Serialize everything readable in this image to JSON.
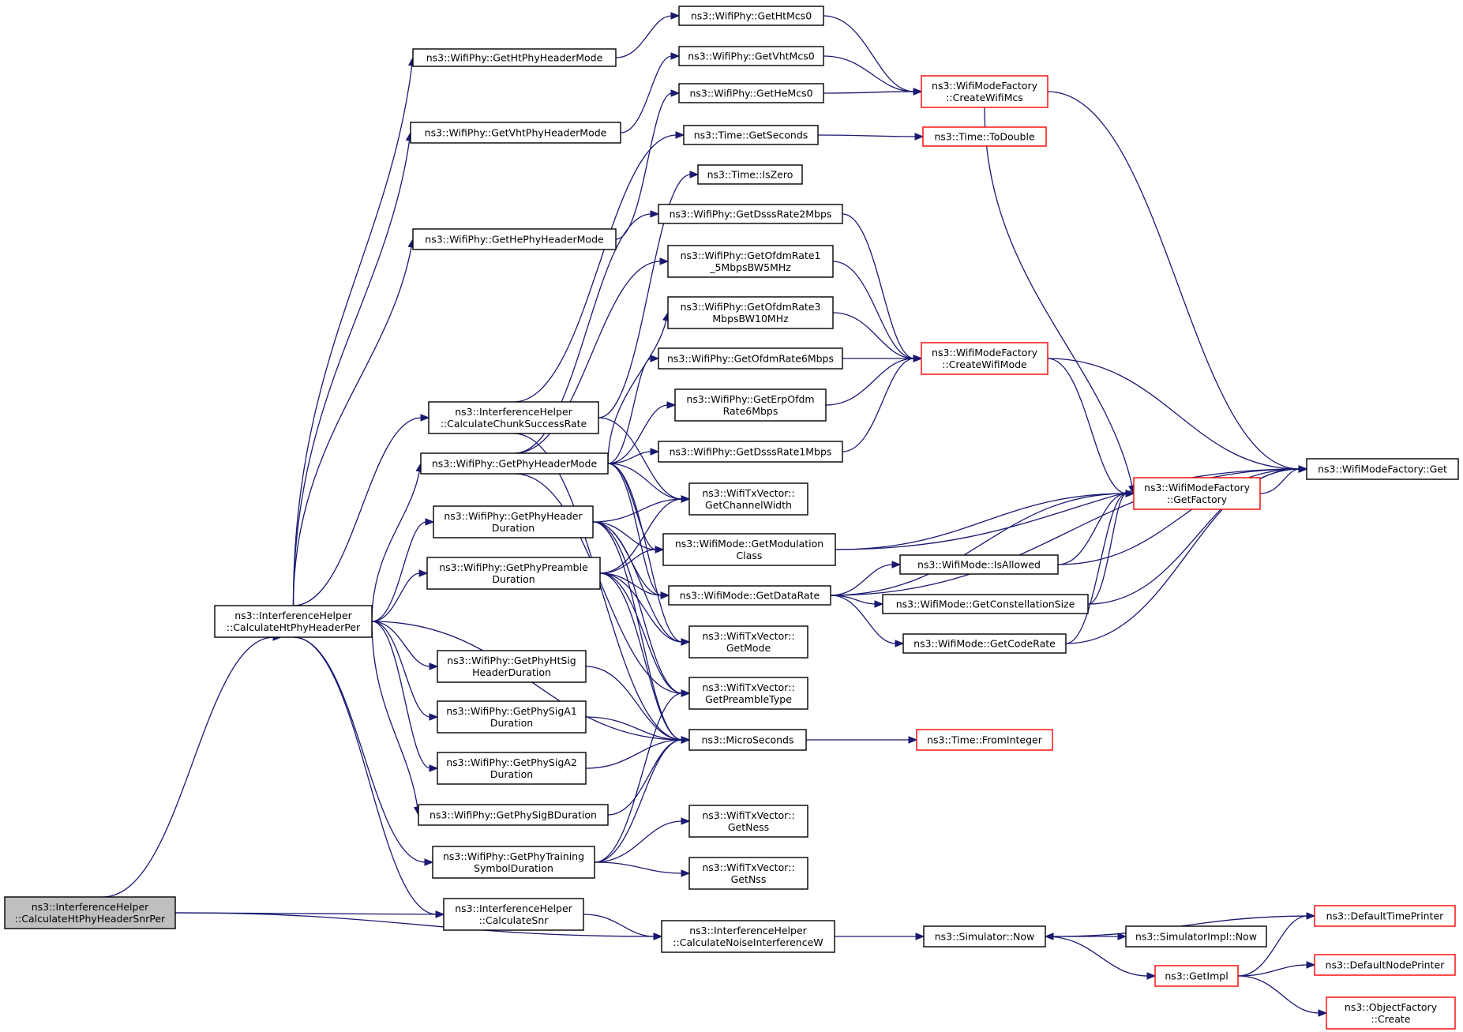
{
  "graph": {
    "title": "",
    "colors": {
      "edge": "#191970",
      "normal_border": "#000000",
      "red_border": "#ff0000",
      "root_fill": "#bfbfbf"
    },
    "nodes": [
      {
        "id": "root",
        "lines": [
          "ns3::InterferenceHelper",
          "::CalculateHtPhyHeaderSnrPer"
        ],
        "style": "root"
      },
      {
        "id": "htper",
        "lines": [
          "ns3::InterferenceHelper",
          "::CalculateHtPhyHeaderPer"
        ],
        "style": "normal"
      },
      {
        "id": "snr",
        "lines": [
          "ns3::InterferenceHelper",
          "::CalculateSnr"
        ],
        "style": "normal"
      },
      {
        "id": "noise",
        "lines": [
          "ns3::InterferenceHelper",
          "::CalculateNoiseInterferenceW"
        ],
        "style": "normal"
      },
      {
        "id": "htHdrMode",
        "lines": [
          "ns3::WifiPhy::GetHtPhyHeaderMode"
        ],
        "style": "normal"
      },
      {
        "id": "vhtHdrMode",
        "lines": [
          "ns3::WifiPhy::GetVhtPhyHeaderMode"
        ],
        "style": "normal"
      },
      {
        "id": "heHdrMode",
        "lines": [
          "ns3::WifiPhy::GetHePhyHeaderMode"
        ],
        "style": "normal"
      },
      {
        "id": "chunk",
        "lines": [
          "ns3::InterferenceHelper",
          "::CalculateChunkSuccessRate"
        ],
        "style": "normal"
      },
      {
        "id": "phyHdrMode",
        "lines": [
          "ns3::WifiPhy::GetPhyHeaderMode"
        ],
        "style": "normal"
      },
      {
        "id": "phyHdrDur",
        "lines": [
          "ns3::WifiPhy::GetPhyHeader",
          "Duration"
        ],
        "style": "normal"
      },
      {
        "id": "preambleDur",
        "lines": [
          "ns3::WifiPhy::GetPhyPreamble",
          "Duration"
        ],
        "style": "normal"
      },
      {
        "id": "htSig",
        "lines": [
          "ns3::WifiPhy::GetPhyHtSig",
          "HeaderDuration"
        ],
        "style": "normal"
      },
      {
        "id": "sigA1",
        "lines": [
          "ns3::WifiPhy::GetPhySigA1",
          "Duration"
        ],
        "style": "normal"
      },
      {
        "id": "sigA2",
        "lines": [
          "ns3::WifiPhy::GetPhySigA2",
          "Duration"
        ],
        "style": "normal"
      },
      {
        "id": "sigB",
        "lines": [
          "ns3::WifiPhy::GetPhySigBDuration"
        ],
        "style": "normal"
      },
      {
        "id": "training",
        "lines": [
          "ns3::WifiPhy::GetPhyTraining",
          "SymbolDuration"
        ],
        "style": "normal"
      },
      {
        "id": "htMcs0",
        "lines": [
          "ns3::WifiPhy::GetHtMcs0"
        ],
        "style": "normal"
      },
      {
        "id": "vhtMcs0",
        "lines": [
          "ns3::WifiPhy::GetVhtMcs0"
        ],
        "style": "normal"
      },
      {
        "id": "heMcs0",
        "lines": [
          "ns3::WifiPhy::GetHeMcs0"
        ],
        "style": "normal"
      },
      {
        "id": "getSeconds",
        "lines": [
          "ns3::Time::GetSeconds"
        ],
        "style": "normal"
      },
      {
        "id": "isZero",
        "lines": [
          "ns3::Time::IsZero"
        ],
        "style": "normal"
      },
      {
        "id": "dsss2",
        "lines": [
          "ns3::WifiPhy::GetDsssRate2Mbps"
        ],
        "style": "normal"
      },
      {
        "id": "ofdm15",
        "lines": [
          "ns3::WifiPhy::GetOfdmRate1",
          "_5MbpsBW5MHz"
        ],
        "style": "normal"
      },
      {
        "id": "ofdm3",
        "lines": [
          "ns3::WifiPhy::GetOfdmRate3",
          "MbpsBW10MHz"
        ],
        "style": "normal"
      },
      {
        "id": "ofdm6",
        "lines": [
          "ns3::WifiPhy::GetOfdmRate6Mbps"
        ],
        "style": "normal"
      },
      {
        "id": "erp6",
        "lines": [
          "ns3::WifiPhy::GetErpOfdm",
          "Rate6Mbps"
        ],
        "style": "normal"
      },
      {
        "id": "dsss1",
        "lines": [
          "ns3::WifiPhy::GetDsssRate1Mbps"
        ],
        "style": "normal"
      },
      {
        "id": "chanWidth",
        "lines": [
          "ns3::WifiTxVector::",
          "GetChannelWidth"
        ],
        "style": "normal"
      },
      {
        "id": "modClass",
        "lines": [
          "ns3::WifiMode::GetModulation",
          "Class"
        ],
        "style": "normal"
      },
      {
        "id": "dataRate",
        "lines": [
          "ns3::WifiMode::GetDataRate"
        ],
        "style": "normal"
      },
      {
        "id": "getMode",
        "lines": [
          "ns3::WifiTxVector::",
          "GetMode"
        ],
        "style": "normal"
      },
      {
        "id": "preambleType",
        "lines": [
          "ns3::WifiTxVector::",
          "GetPreambleType"
        ],
        "style": "normal"
      },
      {
        "id": "micro",
        "lines": [
          "ns3::MicroSeconds"
        ],
        "style": "normal"
      },
      {
        "id": "getNess",
        "lines": [
          "ns3::WifiTxVector::",
          "GetNess"
        ],
        "style": "normal"
      },
      {
        "id": "getNss",
        "lines": [
          "ns3::WifiTxVector::",
          "GetNss"
        ],
        "style": "normal"
      },
      {
        "id": "createMcs",
        "lines": [
          "ns3::WifiModeFactory",
          "::CreateWifiMcs"
        ],
        "style": "red"
      },
      {
        "id": "toDouble",
        "lines": [
          "ns3::Time::ToDouble"
        ],
        "style": "red"
      },
      {
        "id": "createMode",
        "lines": [
          "ns3::WifiModeFactory",
          "::CreateWifiMode"
        ],
        "style": "red"
      },
      {
        "id": "getFactory",
        "lines": [
          "ns3::WifiModeFactory",
          "::GetFactory"
        ],
        "style": "red"
      },
      {
        "id": "factoryGet",
        "lines": [
          "ns3::WifiModeFactory::Get"
        ],
        "style": "normal"
      },
      {
        "id": "isAllowed",
        "lines": [
          "ns3::WifiMode::IsAllowed"
        ],
        "style": "normal"
      },
      {
        "id": "constellation",
        "lines": [
          "ns3::WifiMode::GetConstellationSize"
        ],
        "style": "normal"
      },
      {
        "id": "codeRate",
        "lines": [
          "ns3::WifiMode::GetCodeRate"
        ],
        "style": "normal"
      },
      {
        "id": "fromInteger",
        "lines": [
          "ns3::Time::FromInteger"
        ],
        "style": "red"
      },
      {
        "id": "simNow",
        "lines": [
          "ns3::Simulator::Now"
        ],
        "style": "normal"
      },
      {
        "id": "implNow",
        "lines": [
          "ns3::SimulatorImpl::Now"
        ],
        "style": "normal"
      },
      {
        "id": "getImpl",
        "lines": [
          "ns3::GetImpl"
        ],
        "style": "red"
      },
      {
        "id": "timePrinter",
        "lines": [
          "ns3::DefaultTimePrinter"
        ],
        "style": "red"
      },
      {
        "id": "nodePrinter",
        "lines": [
          "ns3::DefaultNodePrinter"
        ],
        "style": "red"
      },
      {
        "id": "objCreate",
        "lines": [
          "ns3::ObjectFactory",
          "::Create"
        ],
        "style": "red"
      }
    ],
    "edges": [
      [
        "root",
        "htper"
      ],
      [
        "root",
        "snr"
      ],
      [
        "root",
        "noise"
      ],
      [
        "htper",
        "htHdrMode"
      ],
      [
        "htper",
        "vhtHdrMode"
      ],
      [
        "htper",
        "heHdrMode"
      ],
      [
        "htper",
        "chunk"
      ],
      [
        "htper",
        "phyHdrMode"
      ],
      [
        "htper",
        "phyHdrDur"
      ],
      [
        "htper",
        "preambleDur"
      ],
      [
        "htper",
        "htSig"
      ],
      [
        "htper",
        "sigA1"
      ],
      [
        "htper",
        "sigA2"
      ],
      [
        "htper",
        "sigB"
      ],
      [
        "htper",
        "training"
      ],
      [
        "htper",
        "snr"
      ],
      [
        "htper",
        "micro"
      ],
      [
        "htHdrMode",
        "htMcs0"
      ],
      [
        "vhtHdrMode",
        "vhtMcs0"
      ],
      [
        "heHdrMode",
        "heMcs0"
      ],
      [
        "htMcs0",
        "createMcs"
      ],
      [
        "vhtMcs0",
        "createMcs"
      ],
      [
        "heMcs0",
        "createMcs"
      ],
      [
        "createMcs",
        "getFactory"
      ],
      [
        "createMcs",
        "factoryGet"
      ],
      [
        "chunk",
        "getSeconds"
      ],
      [
        "chunk",
        "isZero"
      ],
      [
        "chunk",
        "chanWidth"
      ],
      [
        "chunk",
        "micro"
      ],
      [
        "getSeconds",
        "toDouble"
      ],
      [
        "phyHdrMode",
        "dsss2"
      ],
      [
        "phyHdrMode",
        "ofdm15"
      ],
      [
        "phyHdrMode",
        "ofdm3"
      ],
      [
        "phyHdrMode",
        "ofdm6"
      ],
      [
        "phyHdrMode",
        "erp6"
      ],
      [
        "phyHdrMode",
        "dsss1"
      ],
      [
        "phyHdrMode",
        "chanWidth"
      ],
      [
        "phyHdrMode",
        "modClass"
      ],
      [
        "phyHdrMode",
        "getMode"
      ],
      [
        "phyHdrMode",
        "preambleType"
      ],
      [
        "phyHdrMode",
        "dataRate"
      ],
      [
        "dsss2",
        "createMode"
      ],
      [
        "ofdm15",
        "createMode"
      ],
      [
        "ofdm3",
        "createMode"
      ],
      [
        "ofdm6",
        "createMode"
      ],
      [
        "erp6",
        "createMode"
      ],
      [
        "dsss1",
        "createMode"
      ],
      [
        "createMode",
        "getFactory"
      ],
      [
        "createMode",
        "factoryGet"
      ],
      [
        "phyHdrDur",
        "chanWidth"
      ],
      [
        "phyHdrDur",
        "modClass"
      ],
      [
        "phyHdrDur",
        "dataRate"
      ],
      [
        "phyHdrDur",
        "getMode"
      ],
      [
        "phyHdrDur",
        "preambleType"
      ],
      [
        "phyHdrDur",
        "micro"
      ],
      [
        "preambleDur",
        "chanWidth"
      ],
      [
        "preambleDur",
        "modClass"
      ],
      [
        "preambleDur",
        "dataRate"
      ],
      [
        "preambleDur",
        "getMode"
      ],
      [
        "preambleDur",
        "preambleType"
      ],
      [
        "preambleDur",
        "micro"
      ],
      [
        "htSig",
        "micro"
      ],
      [
        "sigA1",
        "micro"
      ],
      [
        "sigA2",
        "micro"
      ],
      [
        "sigB",
        "micro"
      ],
      [
        "training",
        "preambleType"
      ],
      [
        "training",
        "micro"
      ],
      [
        "training",
        "getNess"
      ],
      [
        "training",
        "getNss"
      ],
      [
        "micro",
        "fromInteger"
      ],
      [
        "modClass",
        "getFactory"
      ],
      [
        "modClass",
        "factoryGet"
      ],
      [
        "dataRate",
        "getFactory"
      ],
      [
        "dataRate",
        "factoryGet"
      ],
      [
        "dataRate",
        "isAllowed"
      ],
      [
        "dataRate",
        "constellation"
      ],
      [
        "dataRate",
        "codeRate"
      ],
      [
        "isAllowed",
        "getFactory"
      ],
      [
        "isAllowed",
        "factoryGet"
      ],
      [
        "constellation",
        "getFactory"
      ],
      [
        "constellation",
        "factoryGet"
      ],
      [
        "codeRate",
        "getFactory"
      ],
      [
        "codeRate",
        "factoryGet"
      ],
      [
        "getFactory",
        "factoryGet"
      ],
      [
        "snr",
        "noise"
      ],
      [
        "noise",
        "simNow"
      ],
      [
        "simNow",
        "implNow"
      ],
      [
        "simNow",
        "getImpl"
      ],
      [
        "getImpl",
        "timePrinter"
      ],
      [
        "getImpl",
        "nodePrinter"
      ],
      [
        "getImpl",
        "objCreate"
      ],
      [
        "timePrinter",
        "simNow"
      ]
    ]
  }
}
